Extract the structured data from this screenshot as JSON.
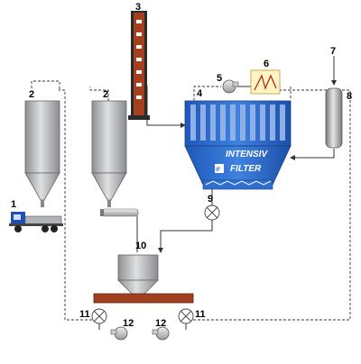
{
  "labels": {
    "n1": "1",
    "n2a": "2",
    "n2b": "2",
    "n3": "3",
    "n4": "4",
    "n5": "5",
    "n6": "6",
    "n7": "7",
    "n8": "8",
    "n9": "9",
    "n10": "10",
    "n11a": "11",
    "n11b": "11",
    "n12a": "12",
    "n12b": "12"
  },
  "filter_logo": {
    "line1": "INTENSIV",
    "line2": "FILTER",
    "badge": "IF"
  },
  "colors": {
    "silo": "#a9abad",
    "filter_body": "#2f6fd0",
    "filter_bags": "#8fb0e6",
    "chimney": "#a2401f",
    "conveyor": "#a0401e",
    "truck_cab": "#1e4fb8"
  }
}
